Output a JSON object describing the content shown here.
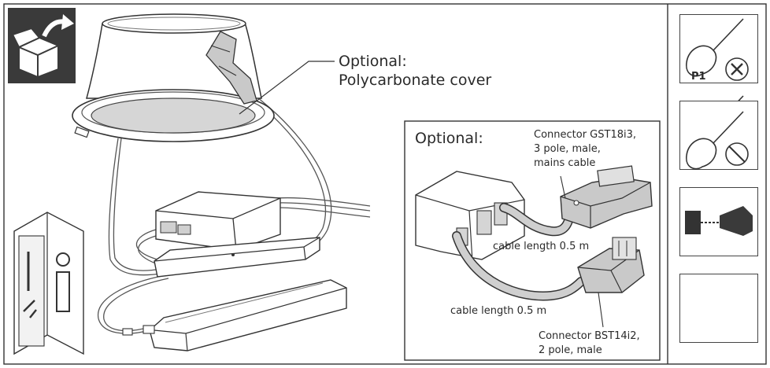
{
  "main_label": {
    "line1": "Optional:",
    "line2": "Polycarbonate cover"
  },
  "inset": {
    "title": "Optional:",
    "connector_mains": {
      "line1": "Connector GST18i3,",
      "line2": "3 pole, male,",
      "line3": "mains cable"
    },
    "cable_upper": "cable length 0.5 m",
    "cable_lower": "cable length 0.5 m",
    "connector_bst": {
      "line1": "Connector BST14i2,",
      "line2": "2 pole, male"
    }
  },
  "tools": {
    "screwdriver_label": "P1"
  },
  "icons": {
    "unbox": "unbox-icon",
    "manual": "manual-icon",
    "screwdriver_allowed": "screwdriver-p1-icon",
    "screwdriver_forbidden": "screwdriver-forbidden-icon",
    "drill": "drill-icon",
    "empty": "empty-tool-slot"
  },
  "colors": {
    "line": "#333333",
    "dark_box": "#3a3a3a",
    "grey_fill": "#c9c9c9",
    "light_fill": "#e6e6e6"
  }
}
